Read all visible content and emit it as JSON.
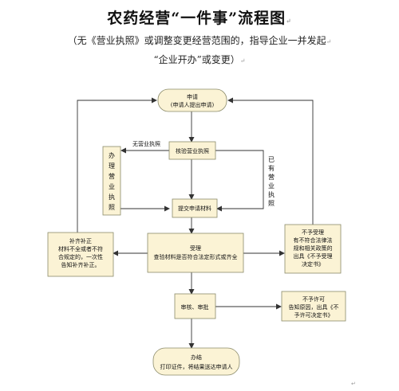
{
  "title": "农药经营“一件事”流程图",
  "subtitle_line1": "（无《营业执照》或调整变更经营范围的，指导企业一并发起",
  "subtitle_line2": "“企业开办”或变更）",
  "nodes": {
    "apply_1": "申请",
    "apply_2": "(申请人提出申请)",
    "verify": "核验营业执照",
    "handle_license": [
      "办",
      "理",
      "营",
      "业",
      "执",
      "照"
    ],
    "submit": "提交申请材料",
    "accept_1": "受理",
    "accept_2": "查验材料是否符合法定形式或齐全",
    "supplement": [
      "补齐补正",
      "材料不全或者不符",
      "合规定的，一次性",
      "告知补齐补正。"
    ],
    "not_accept": [
      "不予受理",
      "有不符合法律法",
      "规和相关政策的",
      "出具《不予受理",
      "决定书》"
    ],
    "review": "审核、审批",
    "not_permit": [
      "不予许可",
      "告知原因，出具《不",
      "予许可决定书》"
    ],
    "finish_1": "办结",
    "finish_2": "打印证件，将结果送达申请人"
  },
  "edge_labels": {
    "no_license": "无营业执照",
    "has_license": [
      "已",
      "有",
      "营",
      "业",
      "执",
      "照"
    ]
  }
}
